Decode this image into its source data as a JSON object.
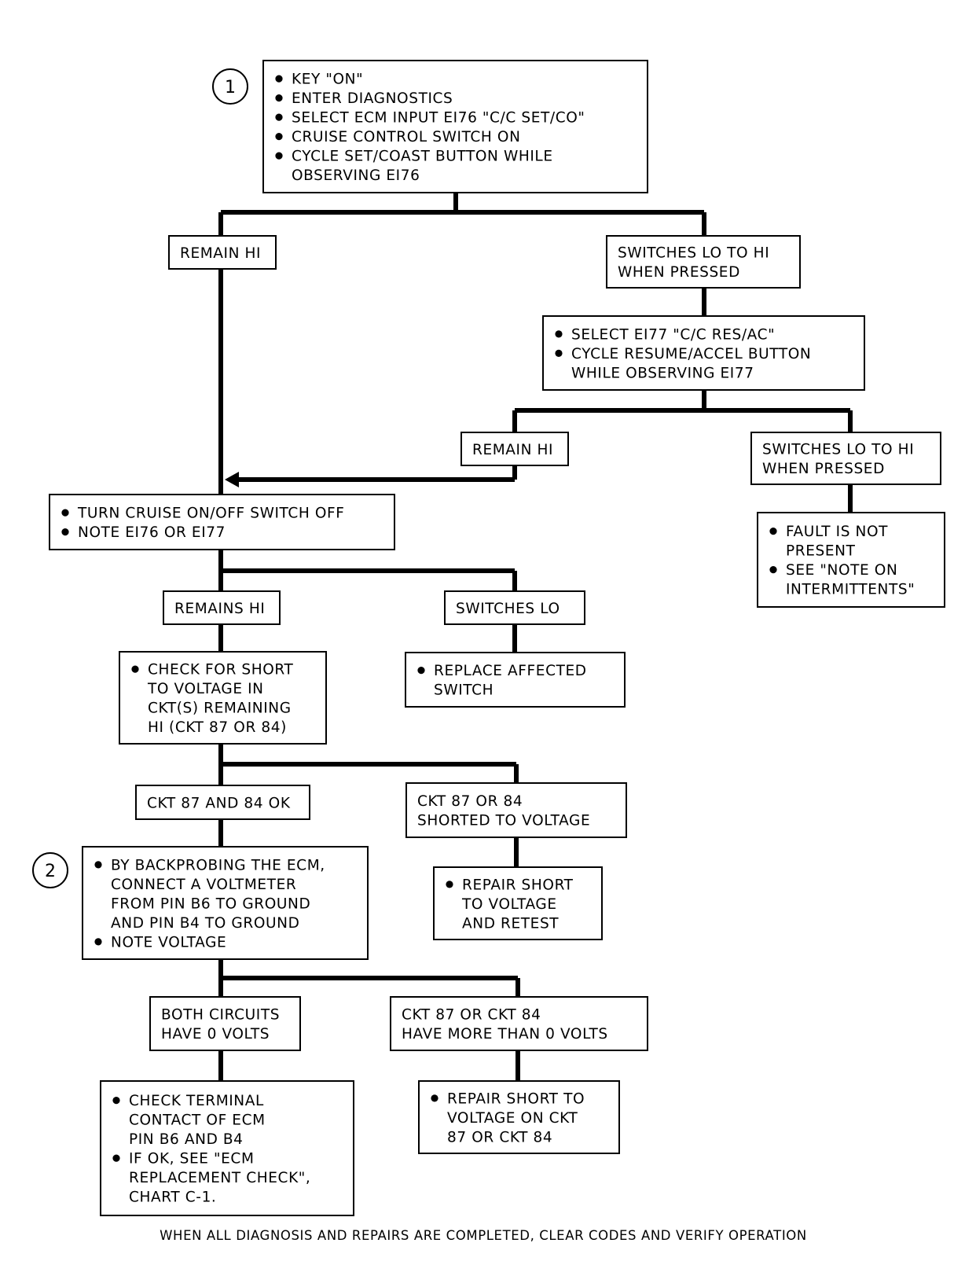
{
  "steps": [
    "1",
    "2"
  ],
  "nodes": {
    "start": [
      "KEY \"ON\"",
      "ENTER DIAGNOSTICS",
      "SELECT ECM INPUT EI76 \"C/C SET/CO\"",
      "CRUISE CONTROL SWITCH ON",
      "CYCLE SET/COAST BUTTON WHILE OBSERVING EI76"
    ],
    "remain_hi_1": "REMAIN HI",
    "switches_lo_hi_1": "SWITCHES LO TO HI WHEN PRESSED",
    "select_e177": [
      "SELECT EI77 \"C/C RES/AC\"",
      "CYCLE RESUME/ACCEL BUTTON WHILE OBSERVING EI77"
    ],
    "remain_hi_2": "REMAIN HI",
    "switches_lo_hi_2": "SWITCHES LO TO HI WHEN PRESSED",
    "fault_not_present": [
      "FAULT IS NOT PRESENT",
      "SEE \"NOTE ON INTERMITTENTS\""
    ],
    "turn_cruise_off": [
      "TURN CRUISE ON/OFF SWITCH OFF",
      "NOTE EI76 OR EI77"
    ],
    "remains_hi": "REMAINS HI",
    "switches_lo": "SWITCHES LO",
    "check_short": [
      "CHECK FOR SHORT TO VOLTAGE IN CKT(S) REMAINING HI (CKT 87 OR 84)"
    ],
    "replace_switch": [
      "REPLACE AFFECTED SWITCH"
    ],
    "ckt_ok": "CKT 87 AND 84 OK",
    "ckt_shorted": "CKT 87 OR 84 SHORTED TO VOLTAGE",
    "backprobe": [
      "BY BACKPROBING THE ECM, CONNECT A VOLTMETER FROM PIN B6 TO GROUND AND PIN B4 TO GROUND",
      "NOTE VOLTAGE"
    ],
    "repair_retest": [
      "REPAIR SHORT TO VOLTAGE AND RETEST"
    ],
    "both_zero": "BOTH CIRCUITS HAVE 0 VOLTS",
    "more_than_zero": "CKT 87 OR CKT 84 HAVE MORE THAN 0 VOLTS",
    "check_terminal": [
      "CHECK TERMINAL CONTACT OF ECM PIN B6 AND B4",
      "IF OK, SEE \"ECM REPLACEMENT CHECK\", CHART C-1."
    ],
    "repair_ckt": [
      "REPAIR SHORT TO VOLTAGE ON CKT 87 OR CKT 84"
    ]
  },
  "footer": "WHEN ALL DIAGNOSIS AND REPAIRS ARE COMPLETED, CLEAR CODES AND VERIFY OPERATION"
}
